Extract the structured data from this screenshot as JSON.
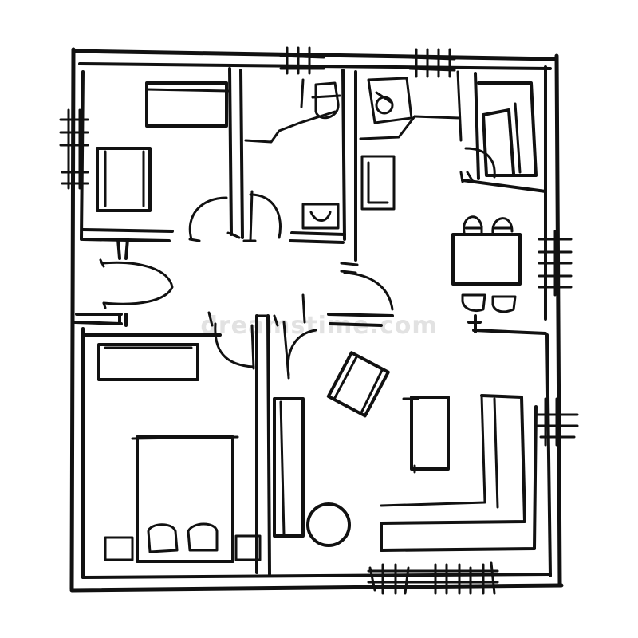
{
  "title": "",
  "colors": {
    "ink": "#111111",
    "background": "#ffffff",
    "watermark": "#e2e2e2"
  },
  "watermark": {
    "text": "dreamstime.com"
  },
  "rooms": [
    {
      "id": "bedroom-small",
      "furniture": [
        "bed",
        "armchair"
      ]
    },
    {
      "id": "toilet",
      "furniture": [
        "toilet",
        "sink"
      ]
    },
    {
      "id": "bathroom",
      "furniture": [
        "shower",
        "sink"
      ]
    },
    {
      "id": "kitchen",
      "furniture": [
        "kitchen-counter",
        "dining-table",
        "chairs"
      ]
    },
    {
      "id": "bedroom-large",
      "furniture": [
        "double-bed",
        "dresser",
        "nightstands"
      ]
    },
    {
      "id": "living-room",
      "furniture": [
        "sofa",
        "coffee-table",
        "armchair",
        "round-table",
        "console"
      ]
    },
    {
      "id": "hallway",
      "furniture": [
        "door-swings"
      ]
    }
  ]
}
